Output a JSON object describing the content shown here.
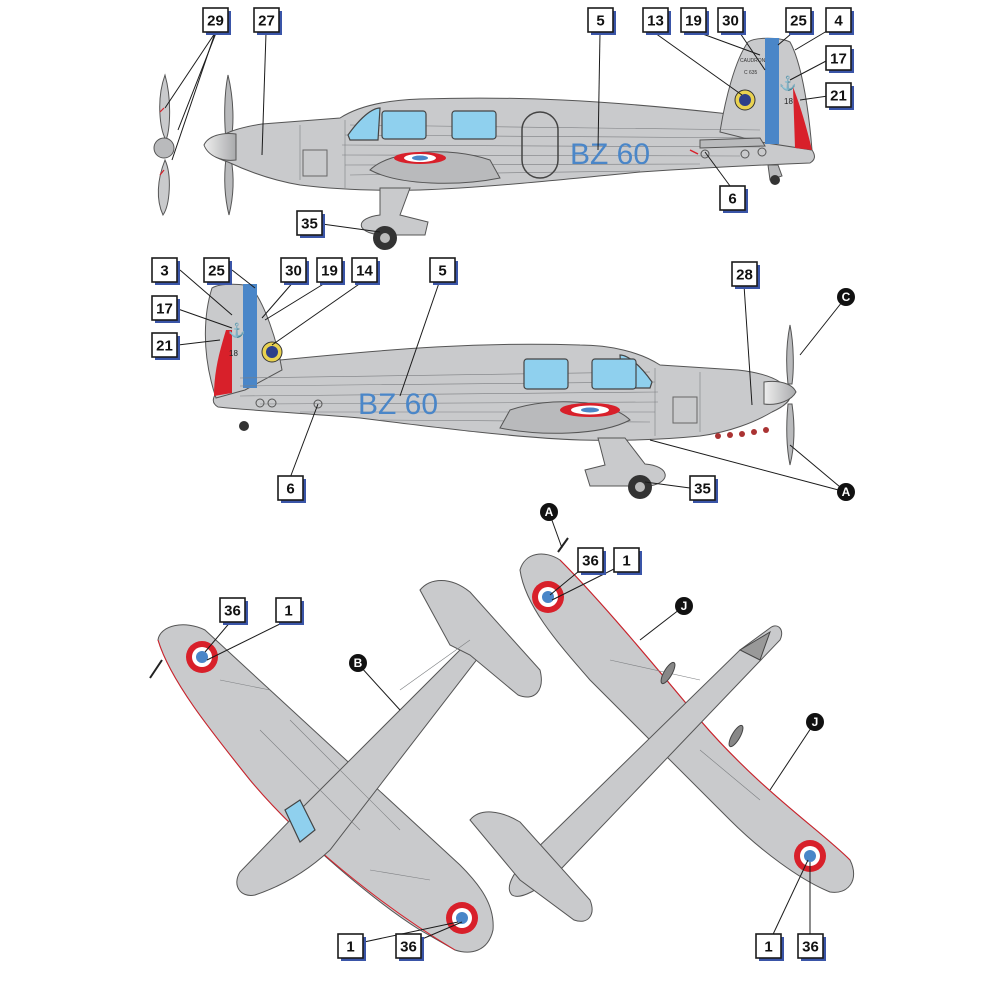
{
  "colors": {
    "aircraft_grey": "#c9cacc",
    "roundel_blue": "#4a86c8",
    "roundel_red": "#d8202a",
    "code_blue": "#4a86c8",
    "callout_shadow": "#3a55a8"
  },
  "side_view_top": {
    "code": "BZ 60",
    "fin_number": "18",
    "fin_texts": [
      "CAUDRON",
      "C 635"
    ],
    "callouts": [
      "29",
      "27",
      "5",
      "13",
      "19",
      "30",
      "25",
      "4",
      "17",
      "21",
      "6",
      "35"
    ]
  },
  "side_view_bottom": {
    "code": "BZ 60",
    "fin_number": "18",
    "callouts": [
      "3",
      "25",
      "30",
      "19",
      "14",
      "5",
      "28",
      "17",
      "21",
      "6",
      "35"
    ],
    "letters": [
      "C",
      "A"
    ]
  },
  "underside_view": {
    "callouts": [
      "36",
      "1",
      "1",
      "36"
    ],
    "letters": [
      "B"
    ]
  },
  "topside_view": {
    "callouts": [
      "36",
      "1",
      "1",
      "36"
    ],
    "letters": [
      "A",
      "J",
      "J"
    ]
  }
}
